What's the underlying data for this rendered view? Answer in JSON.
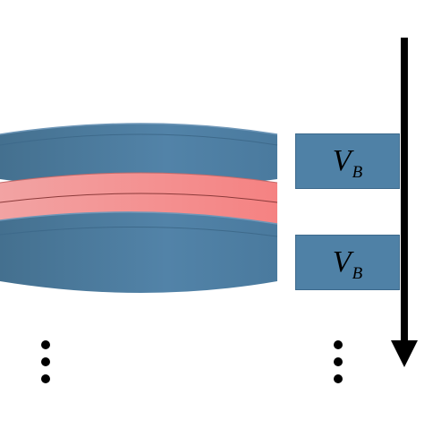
{
  "boxes": {
    "top": {
      "var": "V",
      "sub": "B"
    },
    "bottom": {
      "var": "V",
      "sub": "B"
    }
  },
  "colors": {
    "layer_blue": "#4f7ca0",
    "box_blue": "#4f81a6",
    "pink_layer": "#f48a8a",
    "arrow": "#000000"
  }
}
